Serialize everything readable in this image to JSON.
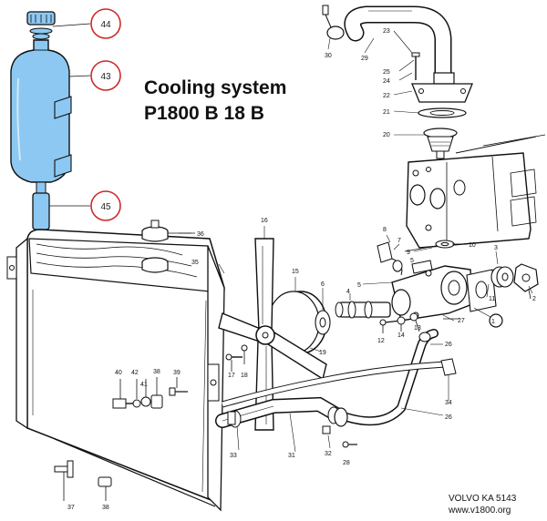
{
  "title": {
    "line1": "Cooling system",
    "line2": "P1800 B 18 B"
  },
  "callouts": [
    {
      "number": "44"
    },
    {
      "number": "43"
    },
    {
      "number": "45"
    }
  ],
  "footer": {
    "code": "VOLVO KA 5143",
    "url": "www.v1800.org"
  },
  "part_numbers": [
    "1",
    "2",
    "3",
    "4",
    "5",
    "5",
    "6",
    "7",
    "8",
    "9",
    "10",
    "11",
    "12",
    "13",
    "14",
    "15",
    "16",
    "17",
    "18",
    "19",
    "20",
    "21",
    "22",
    "23",
    "24",
    "25",
    "26",
    "26",
    "27",
    "28",
    "29",
    "30",
    "31",
    "32",
    "33",
    "34",
    "35",
    "36",
    "37",
    "38",
    "38",
    "39",
    "40",
    "41",
    "42"
  ],
  "colors": {
    "callout_ring": "#cc2a2a",
    "reservoir_fill": "#8cc8f2",
    "line": "#111111"
  }
}
